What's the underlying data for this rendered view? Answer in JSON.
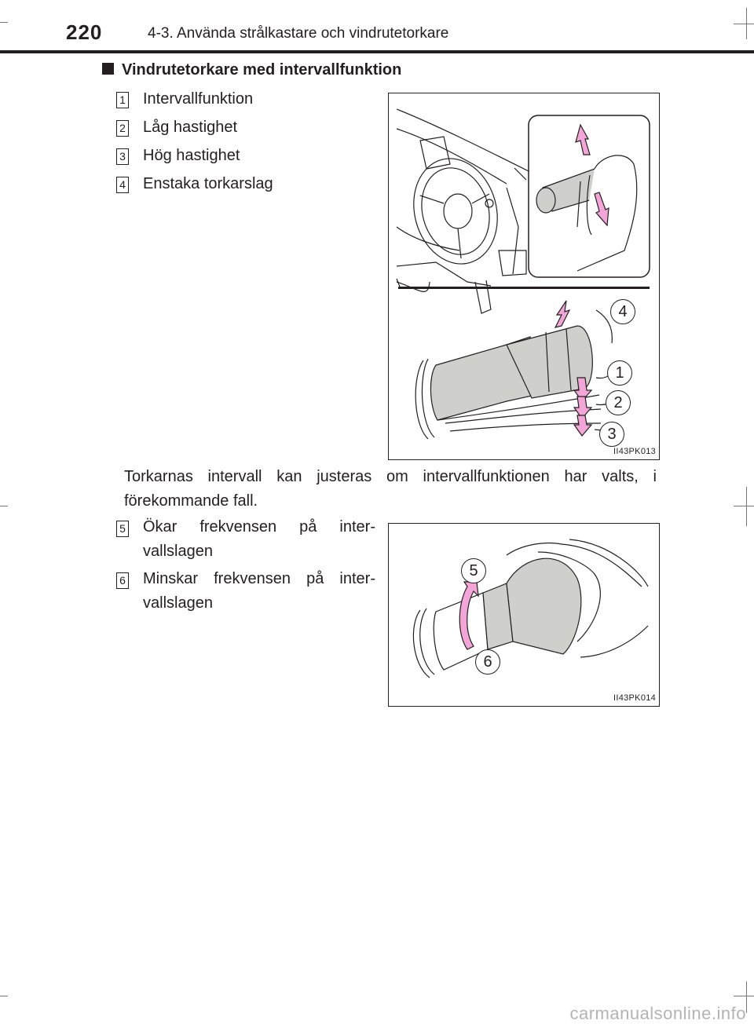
{
  "header": {
    "page_number": "220",
    "chapter_title": "4-3. Använda strålkastare och vindrutetorkare"
  },
  "section": {
    "heading": "Vindrutetorkare med intervallfunktion"
  },
  "list1": [
    {
      "number": "1",
      "text": "Intervallfunktion"
    },
    {
      "number": "2",
      "text": "Låg hastighet"
    },
    {
      "number": "3",
      "text": "Hög hastighet"
    },
    {
      "number": "4",
      "text": "Enstaka torkarslag"
    }
  ],
  "paragraph": "Torkarnas intervall kan justeras om intervallfunktionen har valts, i förekommande fall.",
  "list2": [
    {
      "number": "5",
      "line1": "Ökar frekvensen på inter-",
      "line2": "vallslagen"
    },
    {
      "number": "6",
      "line1": "Minskar frekvensen på inter-",
      "line2": "vallslagen"
    }
  ],
  "figure1": {
    "code": "II43PK013",
    "callouts": [
      "4",
      "1",
      "2",
      "3"
    ]
  },
  "figure2": {
    "code": "II43PK014",
    "callouts": [
      "5",
      "6"
    ]
  },
  "colors": {
    "text": "#231f20",
    "arrow_fill": "#f2a6d8",
    "lever_fill": "#cfd0cc"
  },
  "watermark": "carmanualsonline.info"
}
